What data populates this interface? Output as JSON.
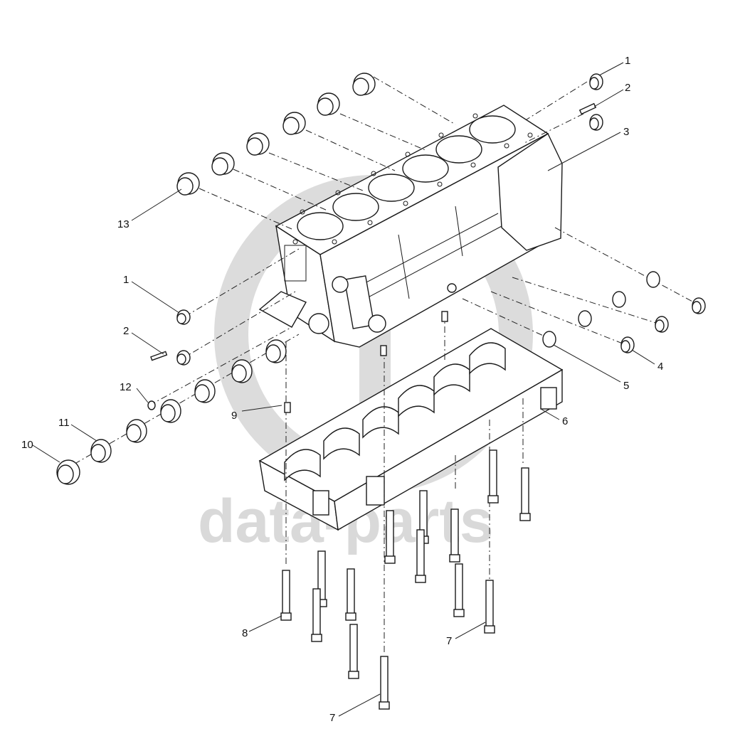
{
  "watermark": {
    "text": "data-parts"
  },
  "callouts": [
    {
      "id": "c1a",
      "label": "1"
    },
    {
      "id": "c2a",
      "label": "2"
    },
    {
      "id": "c3",
      "label": "3"
    },
    {
      "id": "c13",
      "label": "13"
    },
    {
      "id": "c1b",
      "label": "1"
    },
    {
      "id": "c2b",
      "label": "2"
    },
    {
      "id": "c12",
      "label": "12"
    },
    {
      "id": "c11",
      "label": "11"
    },
    {
      "id": "c10",
      "label": "10"
    },
    {
      "id": "c9",
      "label": "9"
    },
    {
      "id": "c4",
      "label": "4"
    },
    {
      "id": "c5",
      "label": "5"
    },
    {
      "id": "c6",
      "label": "6"
    },
    {
      "id": "c8",
      "label": "8"
    },
    {
      "id": "c7a",
      "label": "7"
    },
    {
      "id": "c7b",
      "label": "7"
    }
  ]
}
